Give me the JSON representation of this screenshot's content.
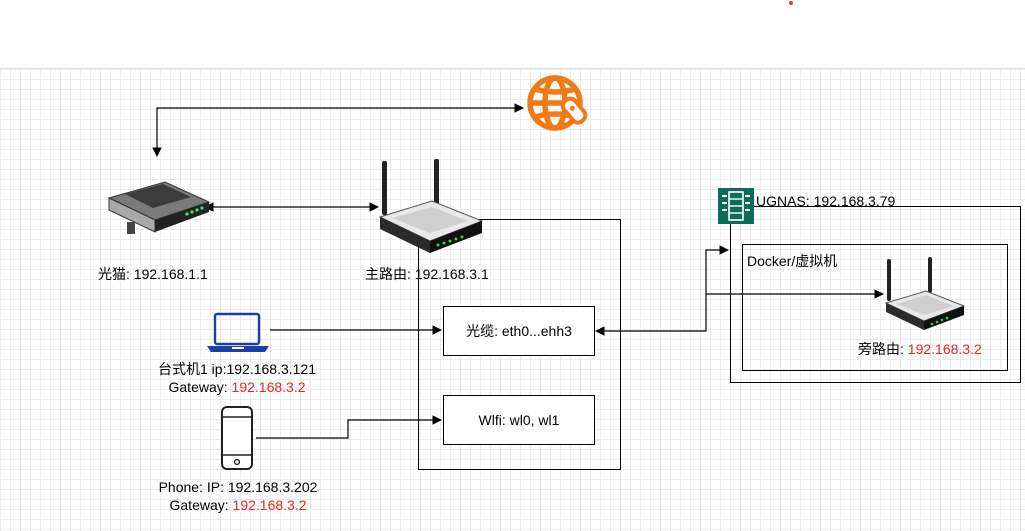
{
  "modem": {
    "label": "光猫: 192.168.1.1"
  },
  "main_router": {
    "label": "主路由: 192.168.3.1"
  },
  "fiber_port": {
    "label": "光缆:  eth0...ehh3"
  },
  "wifi_port": {
    "label": "Wlfi:  wl0, wl1"
  },
  "desktop": {
    "ip_label": "台式机1 ip:192.168.3.121",
    "gateway_prefix": "Gateway: ",
    "gateway_value": "192.168.3.2"
  },
  "phone": {
    "ip_label": "Phone: IP: 192.168.3.202",
    "gateway_prefix": "Gateway: ",
    "gateway_value": "192.168.3.2"
  },
  "nas": {
    "label": "UGNAS: 192.168.3.79"
  },
  "docker": {
    "label": "Docker/虚拟机"
  },
  "side_router": {
    "prefix": "旁路由: ",
    "ip": "192.168.3.2"
  },
  "colors": {
    "accent_orange": "#f07b16",
    "highlight_red": "#e8261f",
    "nas_green": "#0d6b5a",
    "laptop_blue": "#1a3fa8"
  },
  "icons": [
    "globe-icon",
    "modem-icon",
    "router-icon",
    "laptop-icon",
    "phone-icon",
    "nas-server-icon"
  ]
}
